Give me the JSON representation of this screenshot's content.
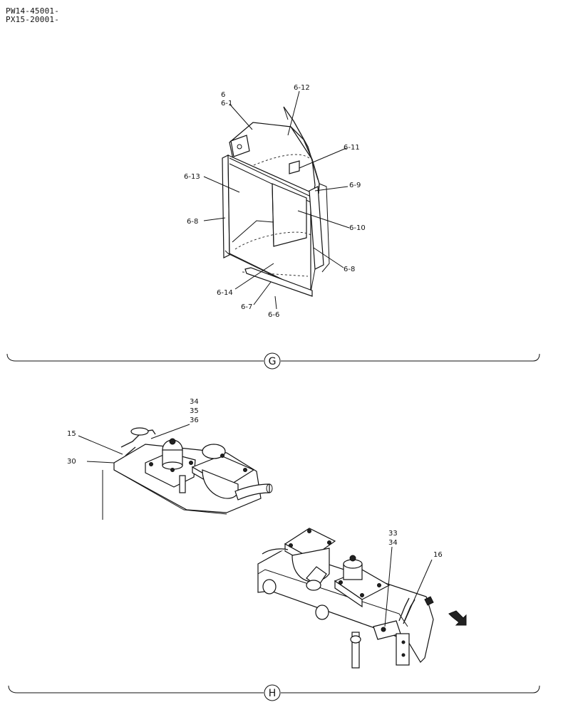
{
  "header": {
    "model_line_1": "PW14-45001-",
    "model_line_2": "PX15-20001-"
  },
  "sections": {
    "G": {
      "marker": "G"
    },
    "H": {
      "marker": "H"
    }
  },
  "callouts_g": [
    "6",
    "6-1",
    "6-12",
    "6-11",
    "6-13",
    "6-9",
    "6-8",
    "6-10",
    "6-8",
    "6-14",
    "6-7",
    "6-6"
  ],
  "callouts_h1": [
    "34",
    "35",
    "36",
    "15",
    "30"
  ],
  "callouts_h2": [
    "33",
    "34",
    "16"
  ]
}
